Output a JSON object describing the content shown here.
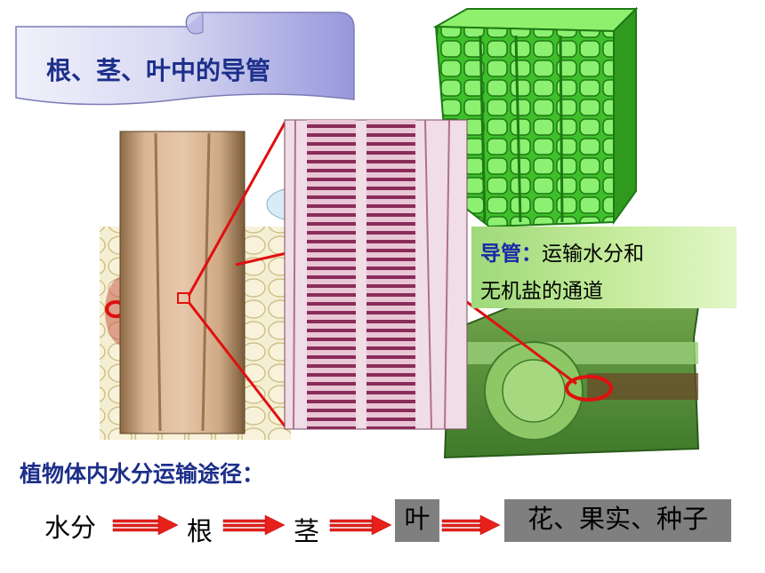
{
  "title": "根、茎、叶中的导管",
  "description": {
    "term": "导管",
    "colon": "：",
    "rest_line1": "运输水分和",
    "line2": "无机盐的通道"
  },
  "pathway": {
    "heading": "植物体内水分运输途径：",
    "steps": [
      "水分",
      "根",
      "茎",
      "叶",
      "花、果实、种子"
    ]
  },
  "colors": {
    "title_blue": "#1c2f8a",
    "arrow_red": "#e8201a",
    "highlight_red": "#e01010",
    "step_box_gray": "#7f7f7f",
    "cell_green": "#3fbf2a"
  }
}
